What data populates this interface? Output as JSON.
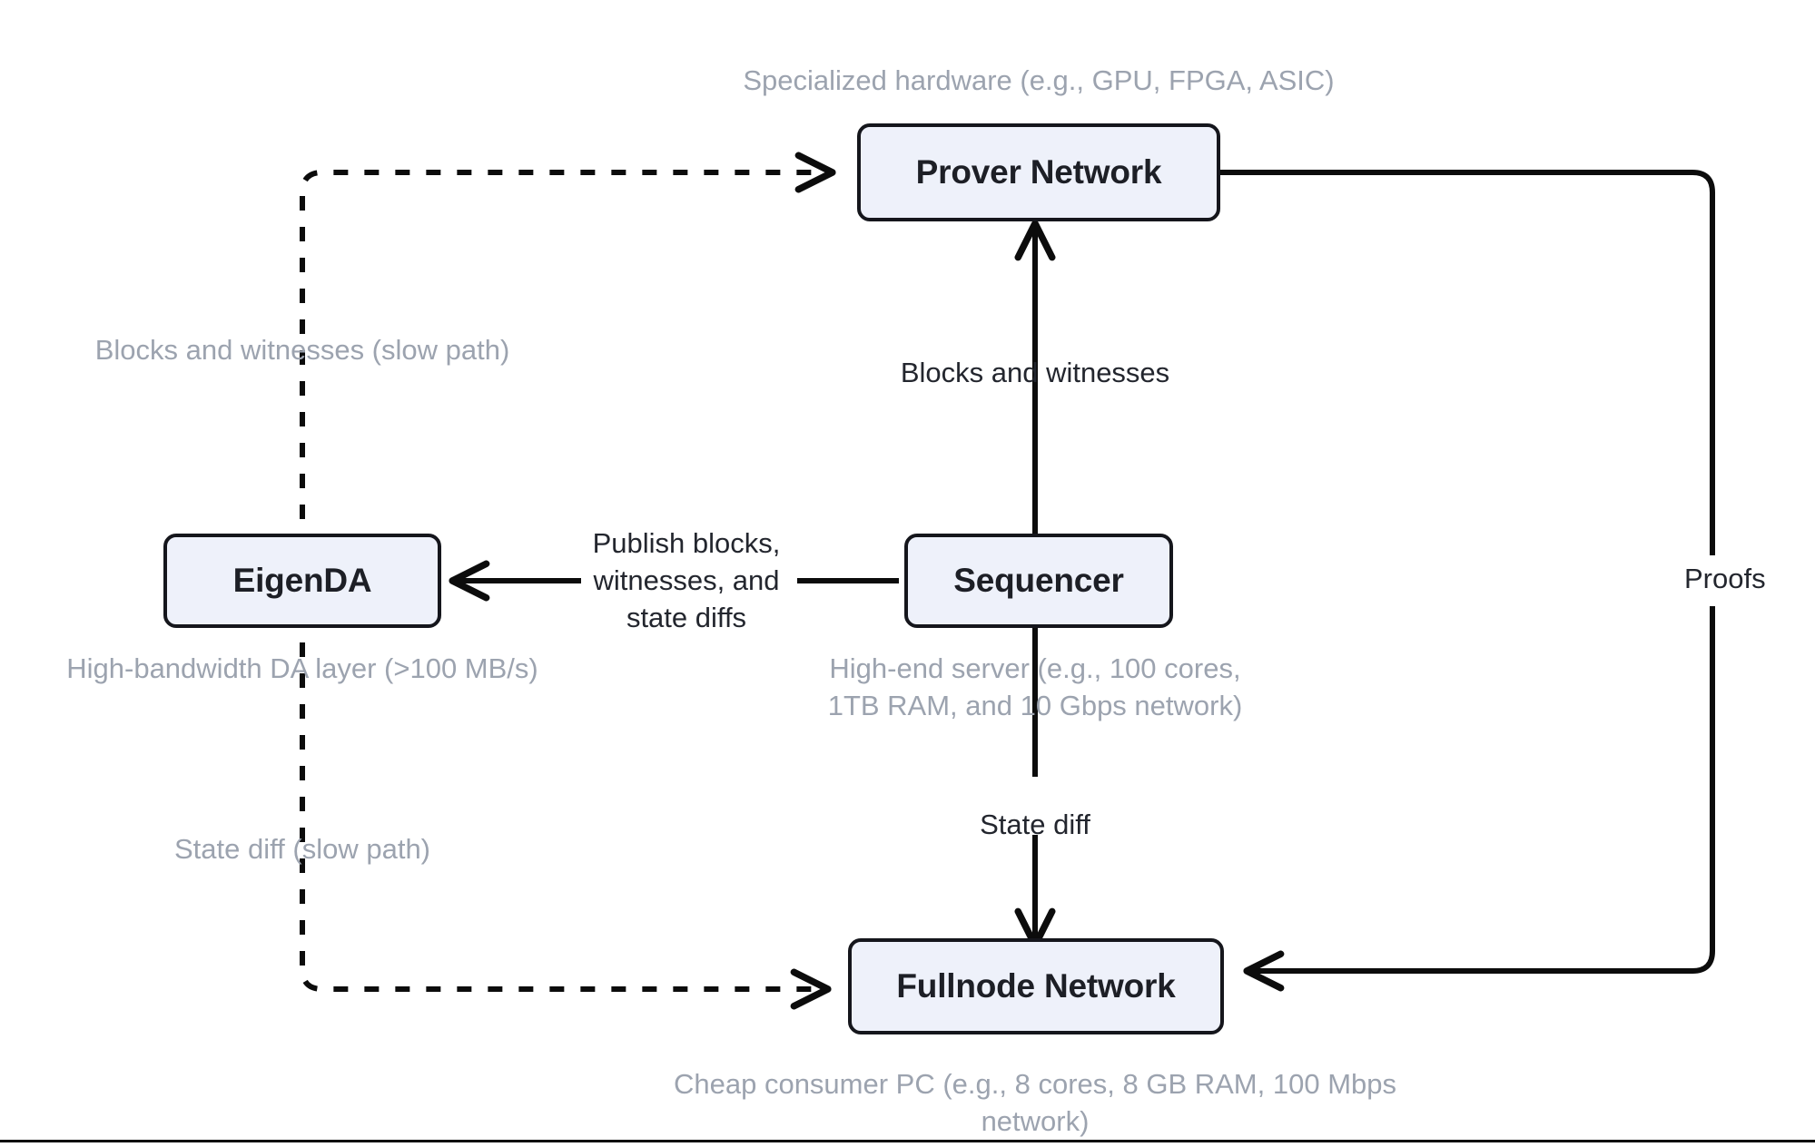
{
  "diagram": {
    "title": "Rollup architecture data-flow diagram",
    "background_color": "#ffffff",
    "node_fill": "#eef1fa",
    "node_border": "#15161c",
    "dark_text": "#23262e",
    "gray_text": "#9ca3af",
    "nodes": [
      {
        "id": "prover",
        "label": "Prover Network"
      },
      {
        "id": "eigenda",
        "label": "EigenDA"
      },
      {
        "id": "sequencer",
        "label": "Sequencer"
      },
      {
        "id": "fullnode",
        "label": "Fullnode Network"
      }
    ],
    "captions": [
      {
        "id": "prover-caption",
        "text": "Specialized hardware (e.g., GPU, FPGA, ASIC)"
      },
      {
        "id": "eigenda-caption",
        "text": "High-bandwidth DA layer (>100 MB/s)"
      },
      {
        "id": "sequencer-caption",
        "text": "High-end server (e.g., 100 cores,\n1TB RAM, and 10 Gbps network)"
      },
      {
        "id": "fullnode-caption",
        "text": "Cheap consumer PC (e.g., 8 cores, 8 GB RAM, 100 Mbps network)"
      }
    ],
    "edge_labels": [
      {
        "id": "slow-path-blocks",
        "text": "Blocks and witnesses (slow path)",
        "style": "gray"
      },
      {
        "id": "blocks-witnesses",
        "text": "Blocks and witnesses",
        "style": "dark"
      },
      {
        "id": "publish",
        "text": "Publish blocks,\nwitnesses, and\nstate diffs",
        "style": "dark"
      },
      {
        "id": "slow-path-state-diff",
        "text": "State diff (slow path)",
        "style": "gray"
      },
      {
        "id": "state-diff",
        "text": "State diff",
        "style": "dark"
      },
      {
        "id": "proofs",
        "text": "Proofs",
        "style": "dark"
      }
    ],
    "edges": [
      {
        "id": "eigenda-to-prover",
        "from": "EigenDA",
        "to": "Prover Network",
        "line": "dashed",
        "arrow": true
      },
      {
        "id": "eigenda-to-fullnode",
        "from": "EigenDA",
        "to": "Fullnode Network",
        "line": "dashed",
        "arrow": true
      },
      {
        "id": "sequencer-to-prover",
        "from": "Sequencer",
        "to": "Prover Network",
        "line": "solid",
        "arrow": true
      },
      {
        "id": "sequencer-to-eigenda",
        "from": "Sequencer",
        "to": "EigenDA",
        "line": "solid",
        "arrow": true
      },
      {
        "id": "sequencer-to-fullnode",
        "from": "Sequencer",
        "to": "Fullnode Network",
        "line": "solid",
        "arrow": true
      },
      {
        "id": "prover-to-fullnode",
        "from": "Prover Network",
        "to": "Fullnode Network",
        "line": "solid",
        "arrow": true
      }
    ]
  }
}
